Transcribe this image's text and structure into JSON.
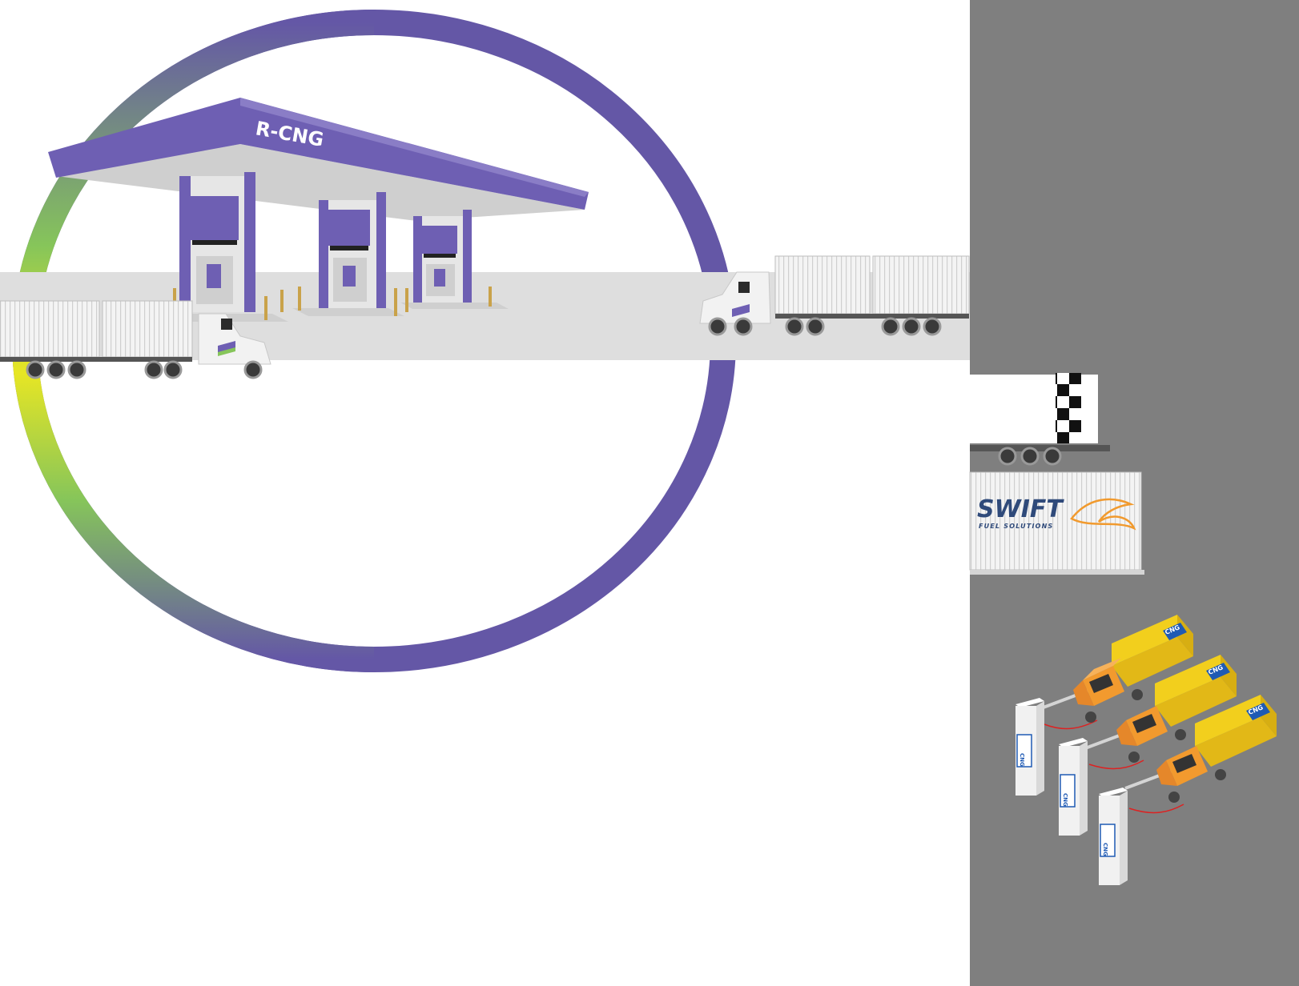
{
  "station": {
    "canopy_label": "R-CNG"
  },
  "container": {
    "brand": "SWIFT",
    "tagline": "FUEL SOLUTIONS"
  },
  "dispensers": [
    {
      "label": "CNG"
    },
    {
      "label": "CNG"
    },
    {
      "label": "CNG"
    }
  ],
  "trucks": [
    {
      "badge": "CNG"
    },
    {
      "badge": "CNG"
    },
    {
      "badge": "CNG"
    }
  ],
  "colors": {
    "ring_purple": "#6457a6",
    "ring_blue": "#3f84c4",
    "ring_green": "#86c55a",
    "ring_yellow": "#e7e624",
    "canopy_purple": "#6e5fb3",
    "panel_gray": "#7f7f7f",
    "road_gray": "#dedede",
    "truck_yellow": "#f2cf1d",
    "cab_orange": "#f29a2e",
    "swift_navy": "#2f4a7a",
    "swift_orange": "#f19a2e"
  }
}
